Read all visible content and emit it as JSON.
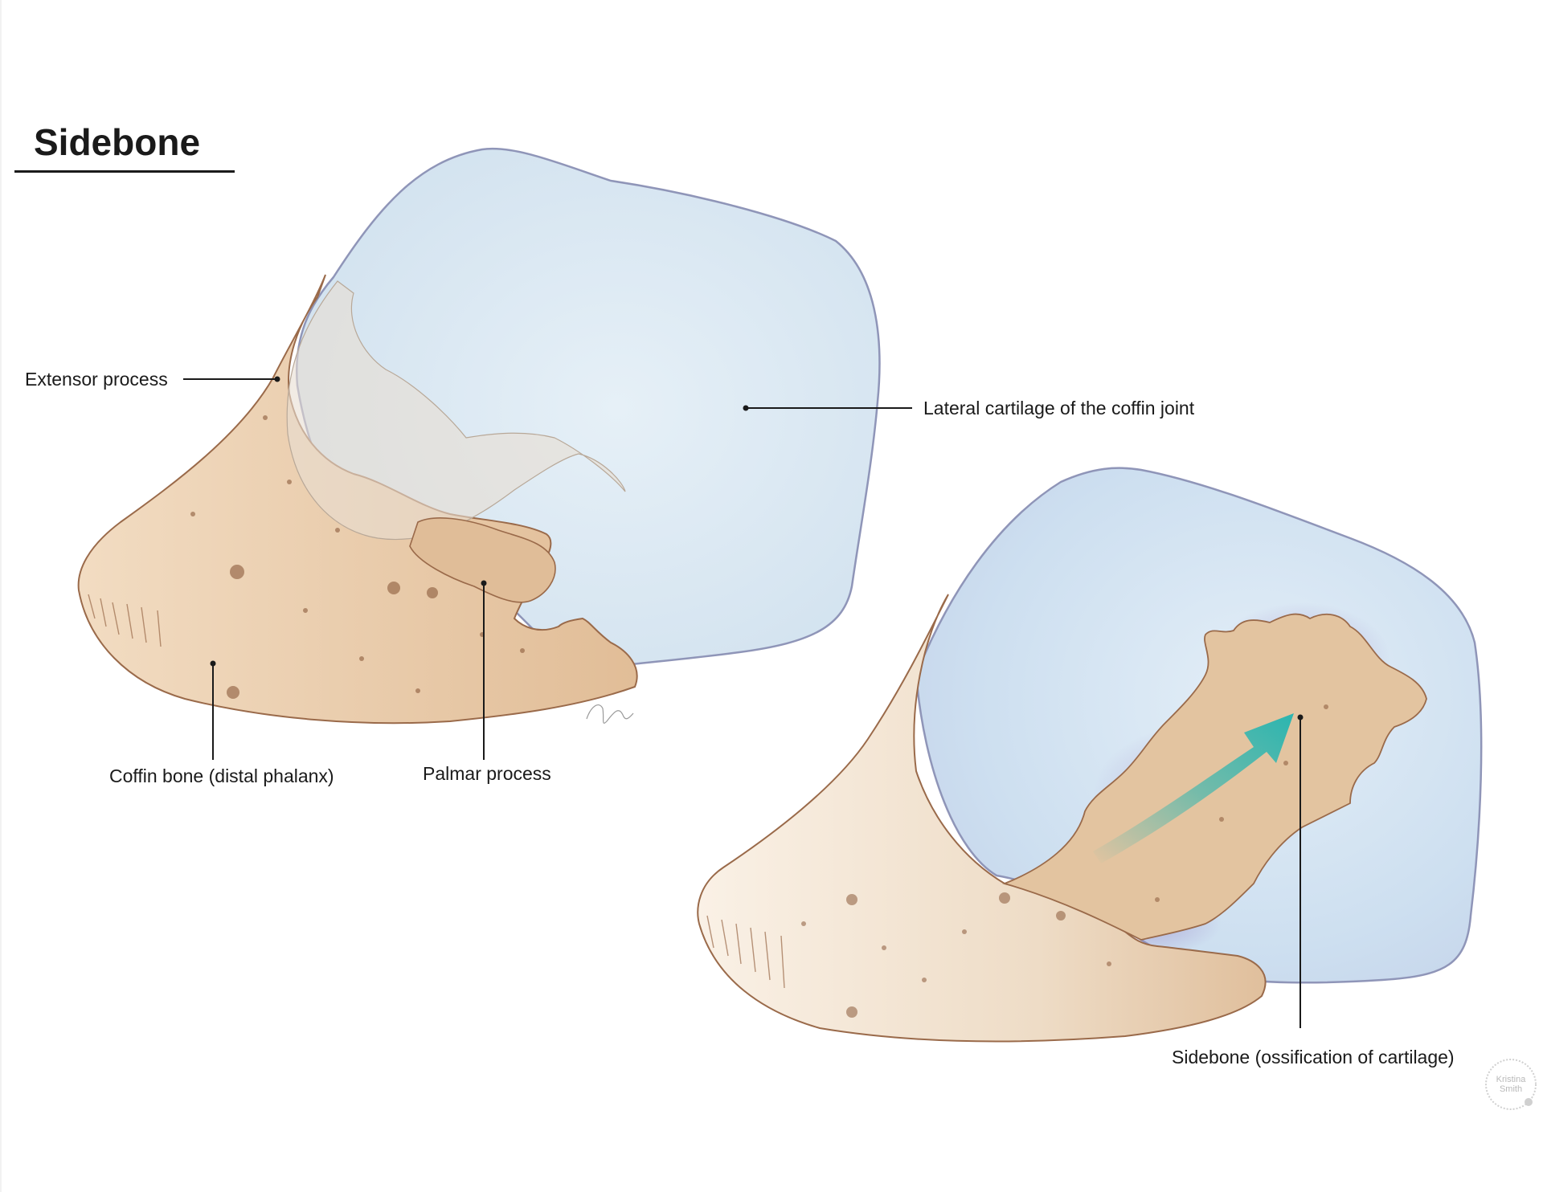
{
  "title": "Sidebone",
  "labels": {
    "extensor_process": "Extensor process",
    "lateral_cartilage": "Lateral cartilage of the coffin joint",
    "coffin_bone": "Coffin bone (distal phalanx)",
    "palmar_process": "Palmar process",
    "sidebone": "Sidebone (ossification of cartilage)"
  },
  "artist_mark": {
    "line1": "Kristina",
    "line2": "Smith"
  },
  "colors": {
    "bone": "#e8c9a6",
    "bone_light": "#f5e6d4",
    "bone_outline": "#9a6a4a",
    "cartilage": "#dbe9f4",
    "cartilage_outline": "#8f95b8",
    "cartilage_shadow": "#a89bd0",
    "arrow": "#2bb5b0",
    "leader": "#1a1a1a"
  }
}
